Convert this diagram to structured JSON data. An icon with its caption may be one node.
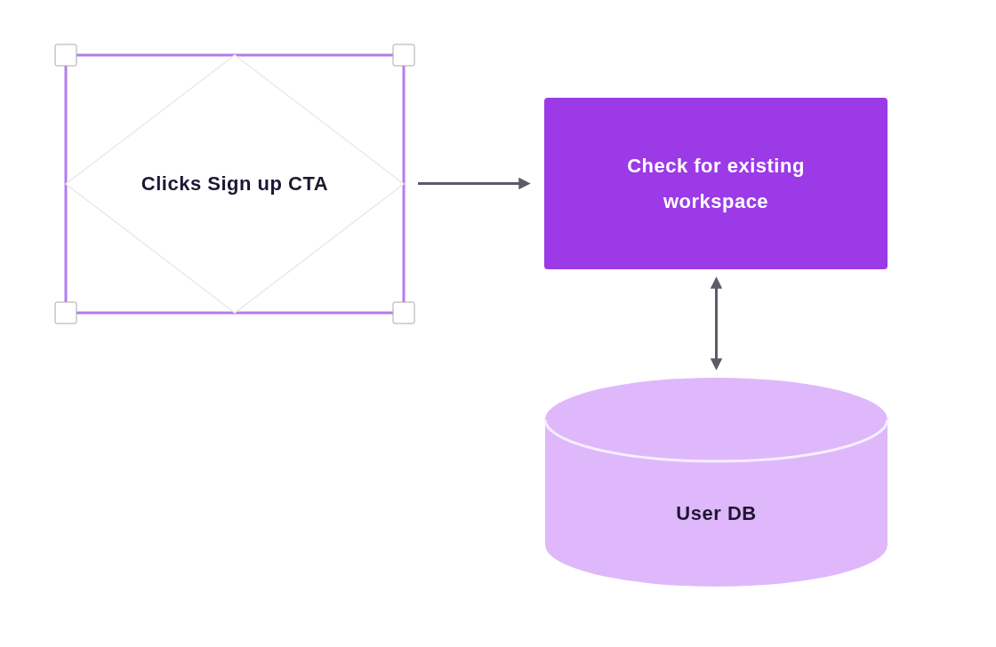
{
  "diagram": {
    "nodes": [
      {
        "text": [
          "Clicks Sign up CTA"
        ]
      },
      {
        "text": [
          "Check for existing workspace"
        ]
      },
      {
        "text": [
          "User DB"
        ]
      }
    ],
    "edges": [
      {
        "from": 0,
        "to": 1,
        "arrow": "to"
      },
      {
        "from": 1,
        "to": 2,
        "arrow": "both"
      }
    ]
  }
}
